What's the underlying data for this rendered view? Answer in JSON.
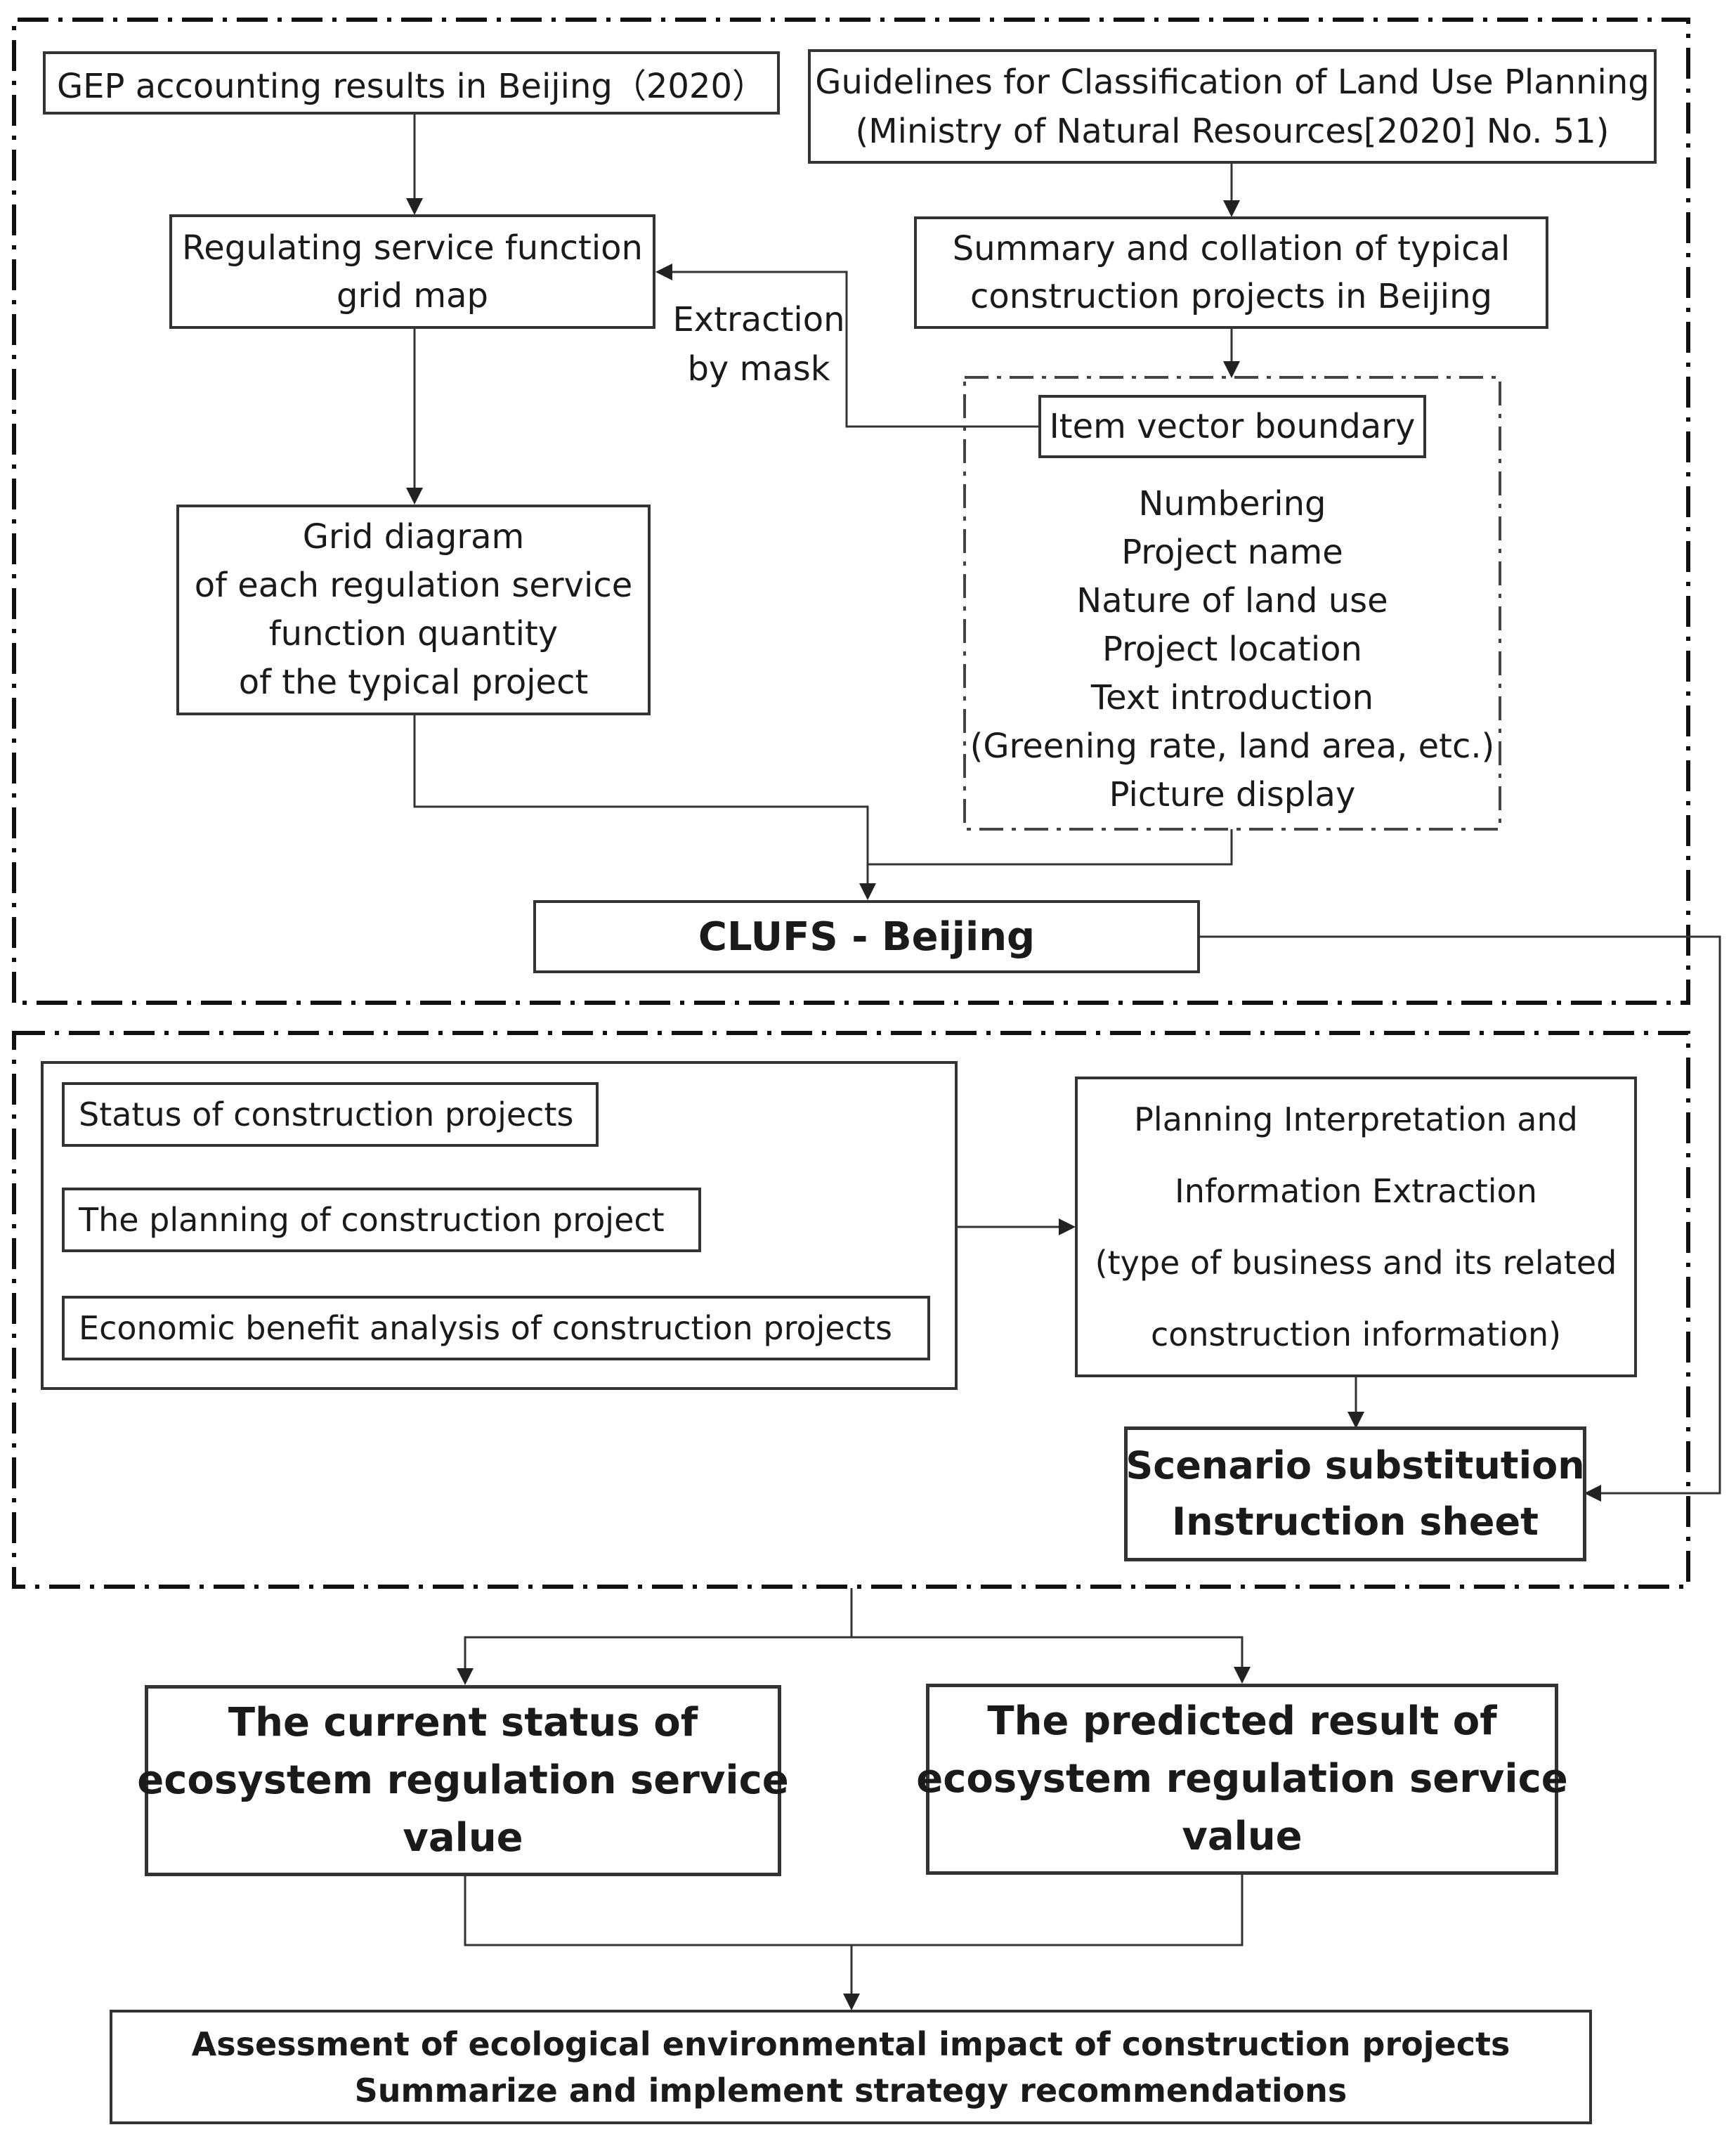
{
  "top_section": {
    "gep": "GEP accounting results  in Beijing（2020）",
    "guidelines": [
      "Guidelines for Classification of Land Use Planning",
      "(Ministry of Natural Resources[2020] No. 51)"
    ],
    "regulating": [
      "Regulating service function",
      "grid map"
    ],
    "summary": [
      "Summary and collation of typical",
      "construction projects in Beijing"
    ],
    "extraction": [
      "Extraction",
      "by mask"
    ],
    "item_vector": "Item vector boundary",
    "attributes": [
      "Numbering",
      "Project name",
      "Nature of land use",
      "Project location",
      "Text introduction",
      "(Greening rate, land area, etc.)",
      "Picture display"
    ],
    "grid_diagram": [
      "Grid diagram",
      "of each regulation service",
      "function quantity",
      "of the typical project"
    ],
    "clufs": "CLUFS - Beijing"
  },
  "middle_section": {
    "status": "Status of construction projects",
    "planning": "The planning of construction project",
    "economic": "Economic benefit analysis of construction projects",
    "interpretation": [
      "Planning Interpretation and",
      "Information Extraction",
      "(type of business and its related",
      "construction information)"
    ],
    "scenario": [
      "Scenario substitution",
      "Instruction sheet"
    ]
  },
  "results": {
    "current": [
      "The current status of",
      "ecosystem regulation service",
      "value"
    ],
    "predicted": [
      "The predicted result of",
      "ecosystem regulation service",
      "value"
    ]
  },
  "final": [
    "Assessment of ecological environmental impact of construction projects",
    "Summarize and implement strategy recommendations"
  ]
}
